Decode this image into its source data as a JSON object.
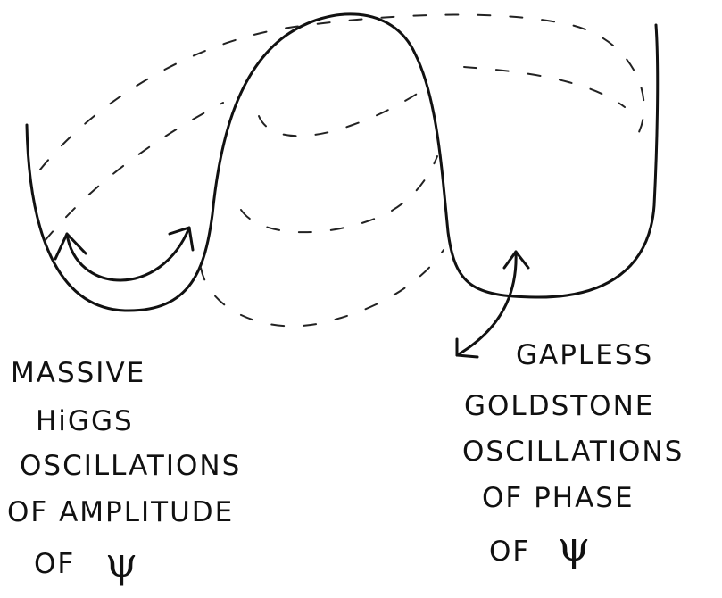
{
  "left_label": {
    "lines": [
      "MASSIVE",
      "HiGGS",
      "OSCILLATIONS",
      "OF AMPLITUDE",
      "OF"
    ],
    "symbol": "ψ"
  },
  "right_label": {
    "lines": [
      "GAPLESS",
      "GOLDSTONE",
      "OSCILLATIONS",
      "OF PHASE",
      "OF"
    ],
    "symbol": "ψ"
  }
}
